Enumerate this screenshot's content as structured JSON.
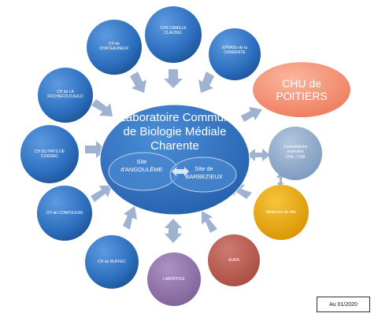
{
  "center": {
    "title": "Laboratoire Commun\nde Biologie Médiale\nCharente",
    "site_left": "Site\nd'ANGOULÊME",
    "site_right": "Site de\nBARBEZIEUX"
  },
  "nodes": [
    {
      "label": "CHS  CAMILLE\nCLAUDEL"
    },
    {
      "label": "EPHADs de la\nCHARENTE"
    },
    {
      "label": "CHU de\nPOITIERS"
    },
    {
      "label": "Consultations\navancées\nCHA - CHB"
    },
    {
      "label": "Médecins de ville"
    },
    {
      "label": "AURA"
    },
    {
      "label": "LABOFFICE"
    },
    {
      "label": "CH  de RUFFEC"
    },
    {
      "label": "CH de CONFOLENS"
    },
    {
      "label": "CH DU PAYS DE\nCOGNAC"
    },
    {
      "label": "CH  de LA\nROCHEFOUCAULD"
    },
    {
      "label": "CH  de\nCHATEAUNEUF"
    }
  ],
  "colors": {
    "blue": "#2d6fbf",
    "chu": "#f08a6c",
    "grey_blue": "#8aa6c8",
    "gold": "#e4a20c",
    "aura": "#b65a50",
    "laboffice": "#8d6fa6",
    "arrow": "#9fb2cf"
  },
  "footer": {
    "date": "Au 01/2020"
  }
}
